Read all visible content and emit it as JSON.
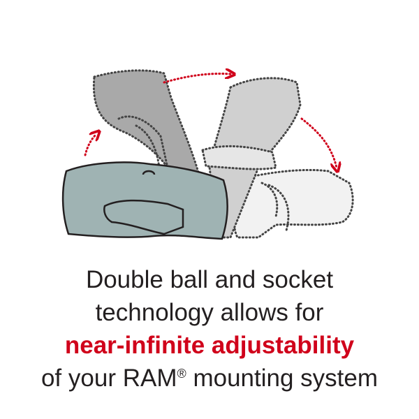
{
  "caption": {
    "line1": "Double ball and socket",
    "line2": "technology allows for",
    "line3": "near-infinite adjustability",
    "line4_before": "of your RAM",
    "line4_mark": "®",
    "line4_after": " mounting system"
  },
  "colors": {
    "accent": "#d0021b",
    "text": "#231f20",
    "socket": "#9fb3b3",
    "arm_dark": "#a8a8a8",
    "arm_mid": "#cfcfcf",
    "arm_light": "#f0f0f0"
  }
}
